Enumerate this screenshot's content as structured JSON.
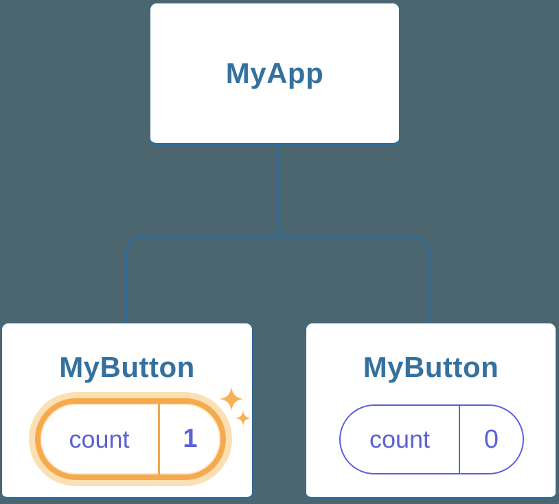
{
  "diagram": {
    "nodes": [
      {
        "id": "root",
        "label": "MyApp"
      },
      {
        "id": "button-left",
        "label": "MyButton",
        "highlighted": true,
        "state": {
          "name": "count",
          "value": "1"
        }
      },
      {
        "id": "button-right",
        "label": "MyButton",
        "highlighted": false,
        "state": {
          "name": "count",
          "value": "0"
        }
      }
    ]
  },
  "icons": {
    "sparkles": "four-point-star-sparkles"
  },
  "colors": {
    "background": "#4C6670",
    "card_background": "#FFFFFF",
    "node_border": "#2C6C9C",
    "node_title": "#35719F",
    "connector": "#2C6C9C",
    "state_text": "#5A62D6",
    "highlight_ring": "#F6AA4D",
    "highlight_glow": "#FBE0B4",
    "highlight_divider": "#F2A74E",
    "sparkle": "#F8B155"
  }
}
